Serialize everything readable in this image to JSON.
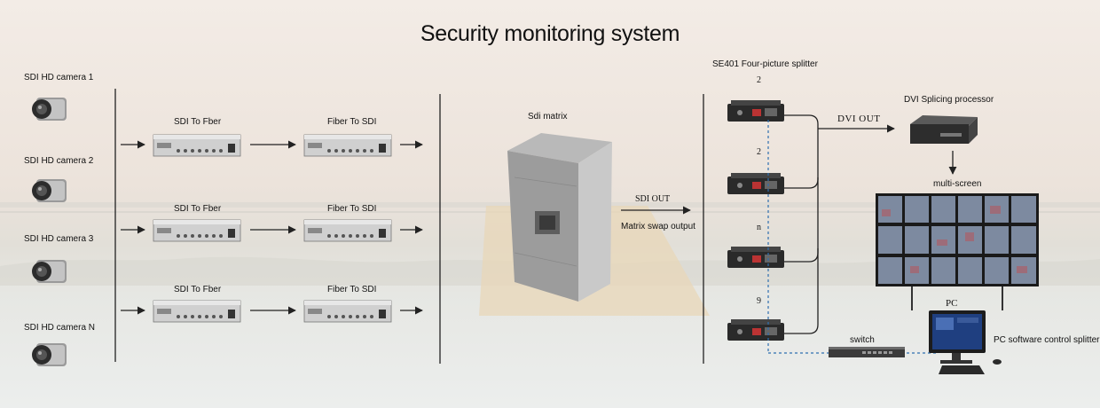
{
  "title": "Security monitoring system",
  "cameras": [
    "SDI HD camera 1",
    "SDI HD camera 2",
    "SDI HD camera 3",
    "SDI HD camera N"
  ],
  "rows": [
    {
      "to_fiber": "SDI To Fber",
      "to_sdi": "Fiber To SDI"
    },
    {
      "to_fiber": "SDI To Fber",
      "to_sdi": "Fiber To SDI"
    },
    {
      "to_fiber": "SDI To Fber",
      "to_sdi": "Fiber To SDI"
    }
  ],
  "matrix": {
    "label": "Sdi matrix",
    "out_label": "SDI OUT",
    "sub_label": "Matrix swap output"
  },
  "splitter": {
    "label": "SE401 Four-picture splitter",
    "numbers": [
      "2",
      "2",
      "n",
      "9"
    ]
  },
  "dvi_out": "DVI OUT",
  "processor": "DVI Splicing processor",
  "multiscreen": "multi-screen",
  "switch": "switch",
  "pc": {
    "label": "PC",
    "caption": "PC software control splitter"
  },
  "colors": {
    "line": "#222222",
    "dashed": "#2f6fb0",
    "device": "#3a3a3a",
    "rack": "#c9c9c9"
  }
}
